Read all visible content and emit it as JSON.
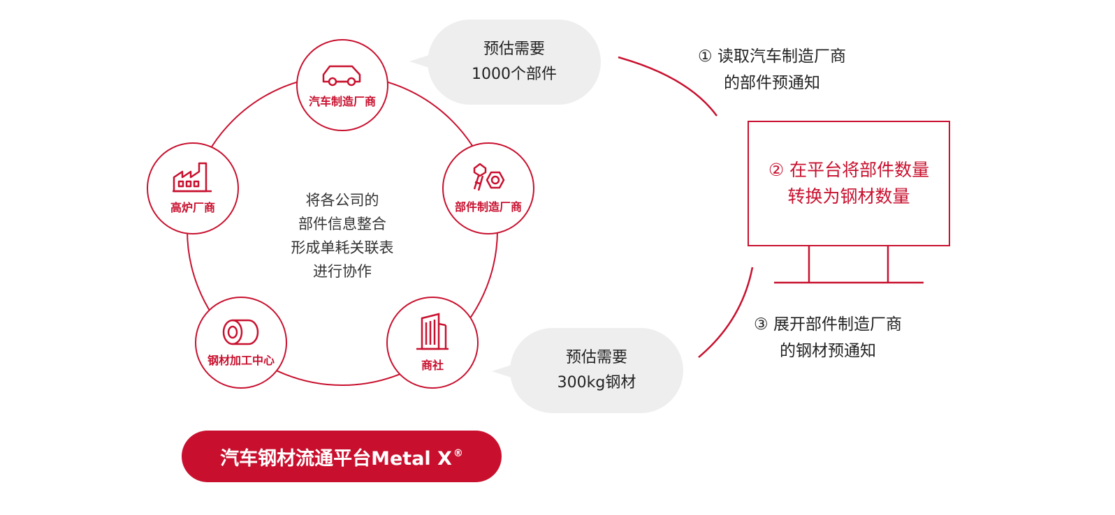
{
  "colors": {
    "accent": "#c8102e",
    "bubble": "#eeeeee",
    "text": "#222222"
  },
  "nodes": {
    "automaker": {
      "label": "汽车制造厂商",
      "icon": "car-icon"
    },
    "parts": {
      "label": "部件制造厂商",
      "icon": "bolt-nut-icon"
    },
    "trading": {
      "label": "商社",
      "icon": "building-icon"
    },
    "processing": {
      "label": "钢材加工中心",
      "icon": "steel-coil-icon"
    },
    "blast": {
      "label": "高炉厂商",
      "icon": "factory-icon"
    }
  },
  "center": {
    "lines": [
      "将各公司的",
      "部件信息整合",
      "形成单耗关联表",
      "进行协作"
    ]
  },
  "bubbles": {
    "top": {
      "lines": [
        "预估需要",
        "1000个部件"
      ]
    },
    "bottom": {
      "lines": [
        "预估需要",
        "300kg钢材"
      ]
    }
  },
  "steps": {
    "step1": {
      "lines": [
        "① 读取汽车制造厂商",
        "的部件预通知"
      ]
    },
    "step2": {
      "lines": [
        "② 在平台将部件数量",
        "转换为钢材数量"
      ]
    },
    "step3": {
      "lines": [
        "③ 展开部件制造厂商",
        "的钢材预通知"
      ]
    }
  },
  "platform": {
    "name": "汽车钢材流通平台Metal X",
    "mark": "®"
  }
}
